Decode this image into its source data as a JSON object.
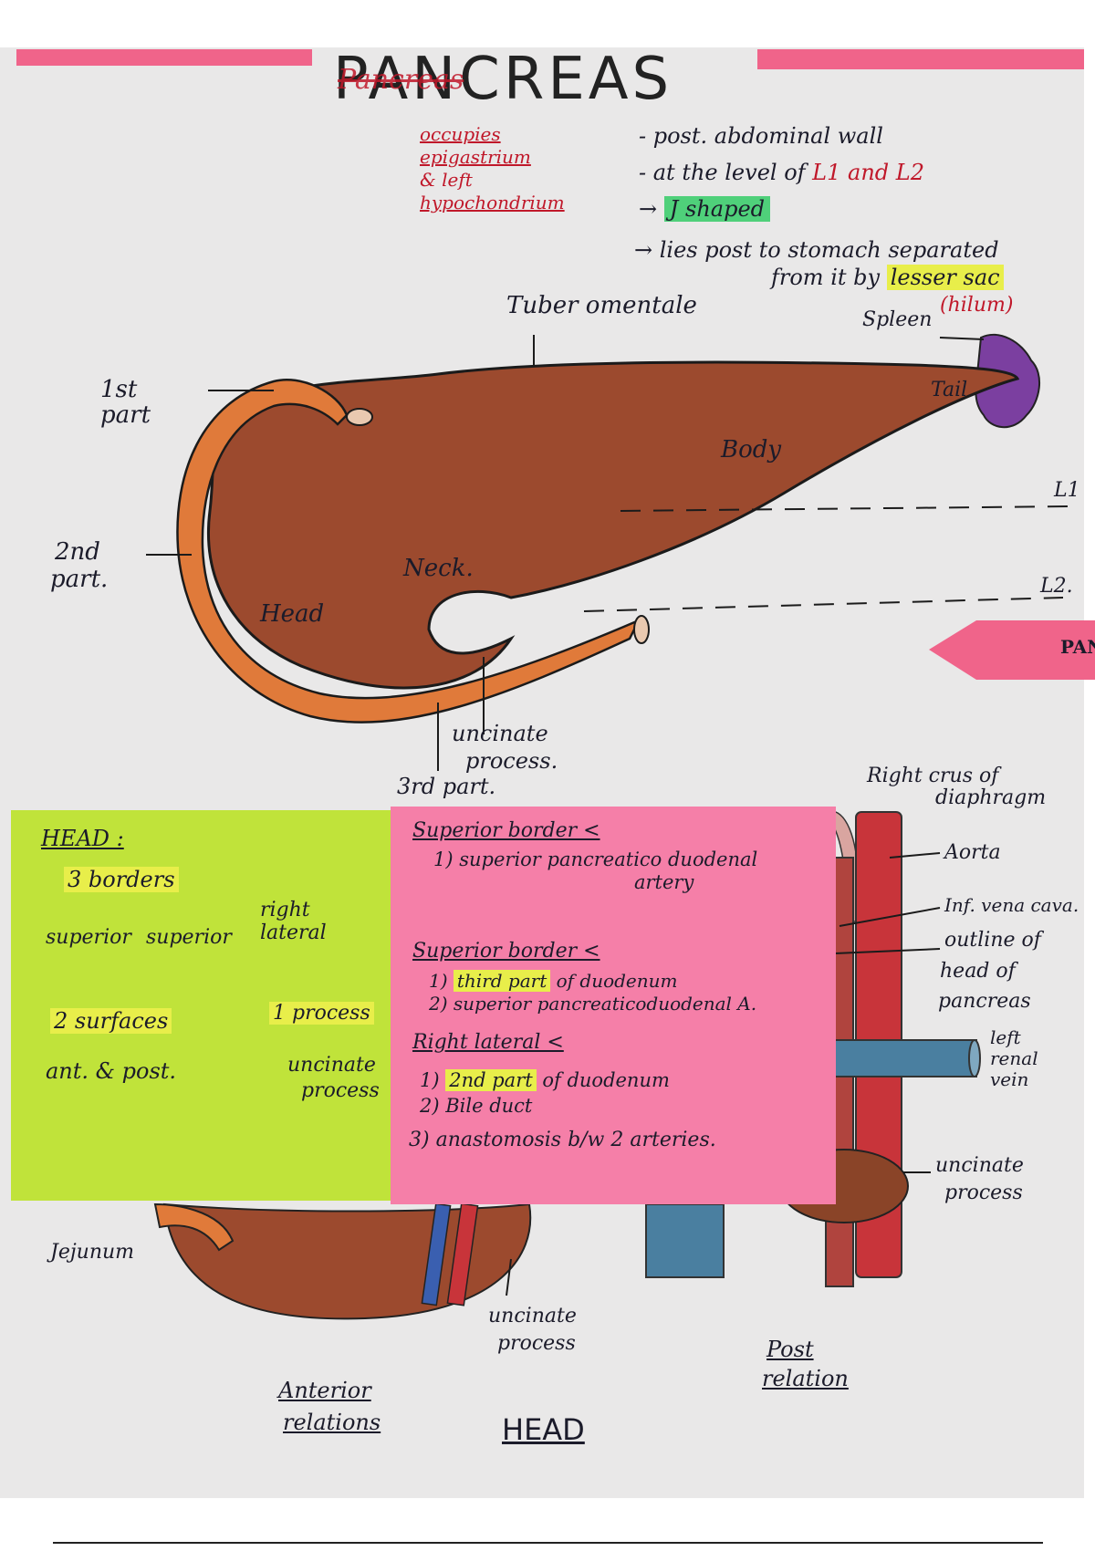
{
  "title": "PANCREAS",
  "title_struck": "Pancreas",
  "occupies": {
    "label": "occupies epigastrium & left hypochondrium",
    "lines": [
      "occupies",
      "epigastrium",
      "& left",
      "hypochondrium"
    ]
  },
  "facts": {
    "post_wall": "- post. abdominal wall",
    "level_prefix": "- at the level of ",
    "level_red": "L1 and L2",
    "shape_arrow": "→",
    "shape": "J shaped",
    "lies_prefix": "→ lies post to stomach separated",
    "lies_from": "from it by ",
    "lesser_sac": "lesser sac",
    "hilum": "(hilum)"
  },
  "diagram_labels": {
    "tuber": "Tuber omentale",
    "spleen": "Spleen",
    "tail": "Tail",
    "body": "Body",
    "neck": "Neck.",
    "head": "Head",
    "first_part": [
      "1st",
      "part"
    ],
    "second_part": [
      "2nd",
      "part."
    ],
    "third_part": "3rd part.",
    "uncinate": [
      "uncinate",
      "process."
    ],
    "L1": "L1",
    "L2": "L2."
  },
  "green_note": {
    "title": "HEAD :",
    "borders": "3 borders",
    "border_items": [
      "superior",
      "superior",
      "right",
      "lateral"
    ],
    "surfaces": "2 surfaces",
    "surface_items": "ant. & post.",
    "process": "1 process",
    "process_item": [
      "uncinate",
      "process"
    ]
  },
  "pink_note": {
    "sup1_title": "Superior border <",
    "sup1_item": "1) superior pancreatico duodenal",
    "sup1_item2": "artery",
    "sup2_title": "Superior border <",
    "sup2_item1_hl": "third part",
    "sup2_item1_rest": " of duodenum",
    "sup2_item2": "2) superior pancreaticoduodenal A.",
    "rl_title": "Right lateral <",
    "rl_item1_hl": "2nd part",
    "rl_item1_rest": " of duodenum",
    "rl_item2": "2) Bile duct",
    "rl_item3": "3) anastomosis b/w 2 arteries."
  },
  "right_labels": {
    "crus": [
      "Right crus of",
      "diaphragm"
    ],
    "aorta": "Aorta",
    "ivc": "Inf. vena cava.",
    "outline": [
      "outline of",
      "head of",
      "pancreas"
    ],
    "renal": [
      "left",
      "renal",
      "vein"
    ],
    "uncinate": [
      "uncinate",
      "process"
    ]
  },
  "bottom_labels": {
    "jejunum": "Jejunum",
    "uncinate": [
      "uncinate",
      "process"
    ],
    "anterior": [
      "Anterior",
      "relations"
    ],
    "head": "HEAD",
    "post": [
      "Post",
      "relation"
    ]
  },
  "tab_text": "PAN",
  "colors": {
    "pancreas": "#9c4a2e",
    "duodenum": "#e07a3a",
    "spleen": "#7b3fa0",
    "sticky_green": "#c0e33a",
    "sticky_pink": "#f57fa8",
    "tab_pink": "#f0648a",
    "aorta": "#c8343a",
    "vein_blue": "#4a7fa0"
  }
}
